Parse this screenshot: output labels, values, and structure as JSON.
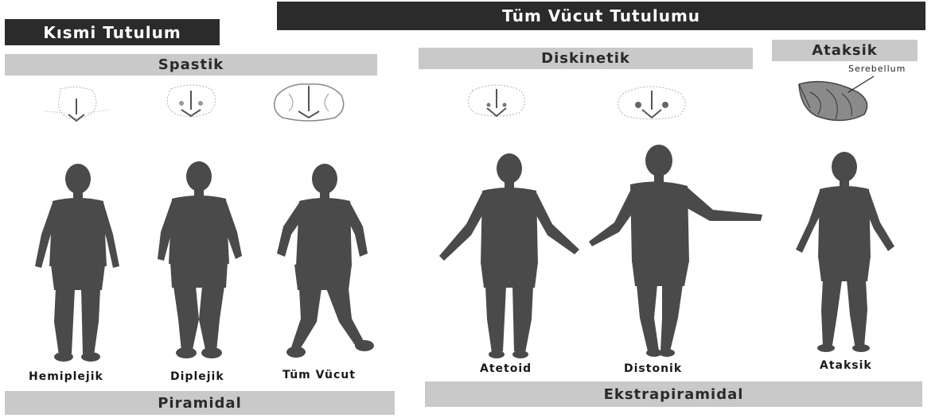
{
  "top_banners": {
    "partial": "Kısmi Tutulum",
    "whole_body": "Tüm Vücut Tutulumu"
  },
  "categories": {
    "spastic": "Spastik",
    "dyskinetic": "Diskinetik",
    "ataxic": "Ataksik"
  },
  "cerebellum_label": "Serebellum",
  "figure_captions": {
    "hemiplegic": "Hemiplejik",
    "diplegic": "Diplejik",
    "whole_body": "Tüm Vücut",
    "athetoid": "Atetoid",
    "dystonic": "Distonik",
    "ataxic": "Ataksik"
  },
  "bottom_banners": {
    "pyramidal": "Piramidal",
    "extrapyramidal": "Ekstrapiramidal"
  },
  "colors": {
    "banner_dark": "#2b2b2b",
    "banner_light": "#c9c9c9",
    "figure": "#4a4a4a"
  }
}
